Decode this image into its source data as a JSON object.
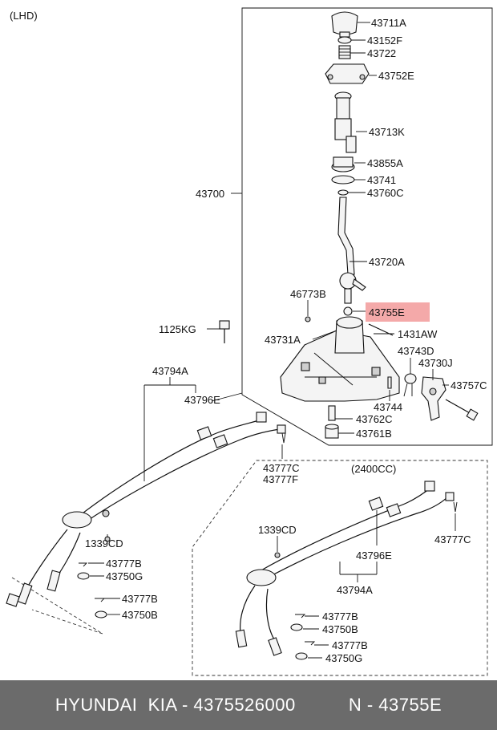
{
  "header": {
    "variant": "(LHD)"
  },
  "highlight_color": "#f08c8c",
  "labels": {
    "p43711A": "43711A",
    "p43152F": "43152F",
    "p43722": "43722",
    "p43752E": "43752E",
    "p43713K": "43713K",
    "p43855A": "43855A",
    "p43741": "43741",
    "p43760C": "43760C",
    "p43700": "43700",
    "p43720A": "43720A",
    "p46773B": "46773B",
    "p43755E": "43755E",
    "p1125KG": "1125KG",
    "p1431AW": "1431AW",
    "p43731A": "43731A",
    "p43743D": "43743D",
    "p43730J": "43730J",
    "p43794A": "43794A",
    "p43757C": "43757C",
    "p43796E": "43796E",
    "p43744": "43744",
    "p43762C": "43762C",
    "p43761B": "43761B",
    "p43777C": "43777C",
    "p43777F": "43777F",
    "p1339CD": "1339CD",
    "p43777B": "43777B",
    "p43750G": "43750G",
    "p43777B_2": "43777B",
    "p43750B": "43750B",
    "s2400cc": "(2400CC)",
    "s1339CD": "1339CD",
    "s43777C": "43777C",
    "s43796E": "43796E",
    "s43794A": "43794A",
    "s43777B": "43777B",
    "s43750B": "43750B",
    "s43777B_2": "43777B",
    "s43750G": "43750G"
  },
  "footer": {
    "brand": "HYUNDAI  KIA - 4375526000",
    "part": "N - 43755E"
  }
}
